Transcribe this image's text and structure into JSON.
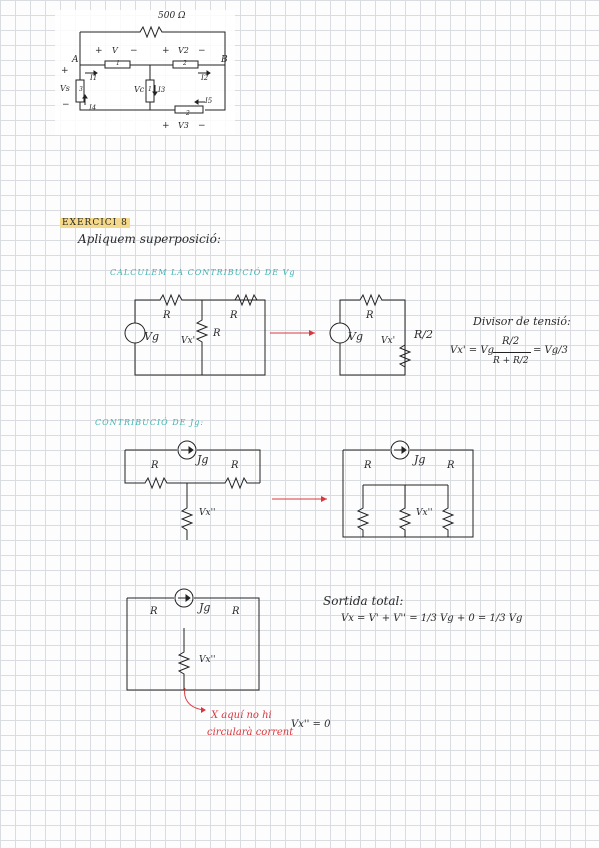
{
  "top_circuit": {
    "r_top": "500 Ω",
    "node_a": "A",
    "node_b": "B",
    "v_plus": "+",
    "v_label": "V",
    "v_minus": "−",
    "v2_plus": "+",
    "v2_label": "V2",
    "v2_minus": "−",
    "vs_plus": "+",
    "vs_label": "Vs",
    "vs_minus": "−",
    "vc_label": "Vc",
    "v3_plus": "+",
    "v3_label": "V3",
    "v3_minus": "−",
    "i1": "I1",
    "i2": "I2",
    "i3": "I3",
    "i4": "I4",
    "i5": "I5",
    "r1": "1",
    "r2": "2",
    "r3": "3",
    "r4": "1",
    "r5": "2"
  },
  "exercise": {
    "title": "EXERCICI 8",
    "intro": "Apliquem superposició:"
  },
  "section1": {
    "heading": "CALCULEM LA CONTRIBUCIÓ DE Vg",
    "r_left": "R",
    "r_right": "R",
    "r_mid": "R",
    "vg": "Vg",
    "vx1": "Vx'",
    "r_eq": "R/2",
    "r_eq_top": "R",
    "divisor_title": "Divisor de tensió:",
    "eq_left": "Vx' = Vg",
    "eq_num": "R/2",
    "eq_den": "R + R/2",
    "eq_result": "= Vg/3"
  },
  "section2": {
    "heading": "CONTRIBUCIÓ DE Jg:",
    "jg": "Jg",
    "r_left": "R",
    "r_right": "R",
    "vx2": "Vx''",
    "jg_b": "Jg",
    "r_left_b": "R",
    "r_right_b": "R",
    "vx2_b": "Vx''"
  },
  "section3": {
    "jg": "Jg",
    "r_left": "R",
    "r_right": "R",
    "vx2": "Vx''",
    "note_line1": "X aquí no hi",
    "note_line2": "circularà corrent",
    "vx_zero": "Vx'' = 0",
    "total_title": "Sortida total:",
    "total_eq": "Vx = V' + V'' = 1/3 Vg + 0 = 1/3 Vg"
  }
}
